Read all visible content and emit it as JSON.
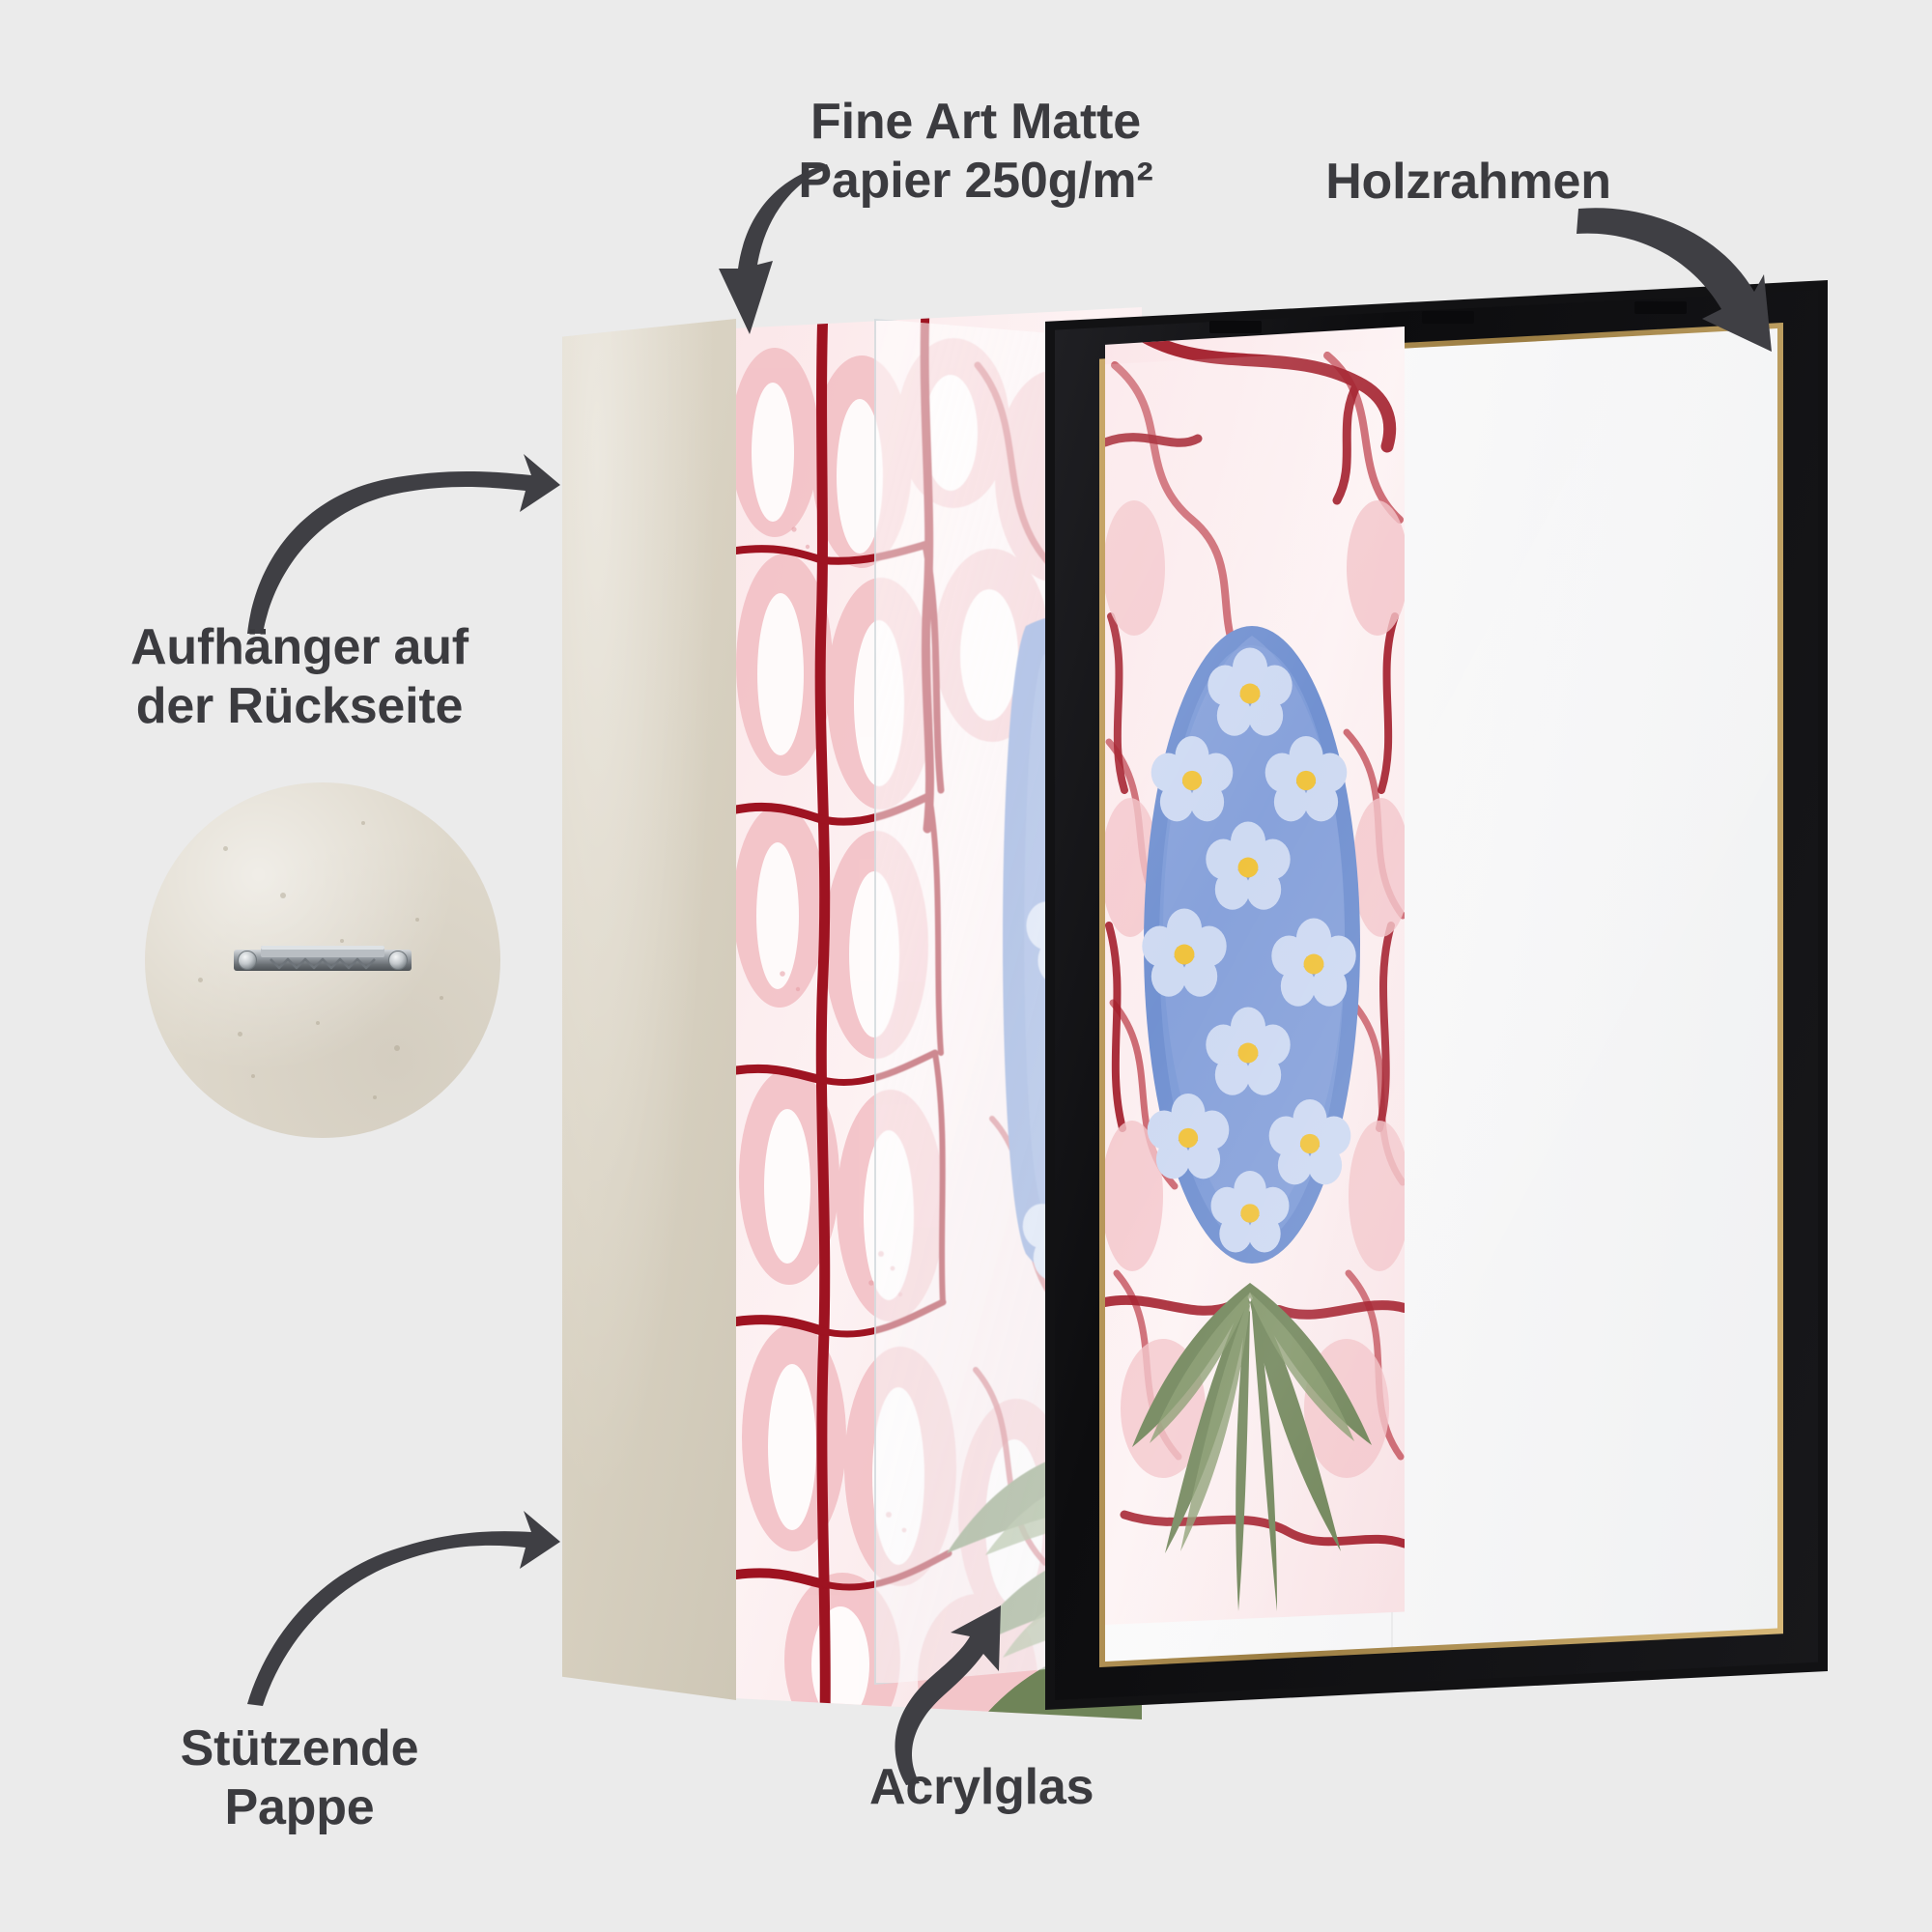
{
  "page": {
    "kind": "product-exploded-diagram",
    "background_color": "#ebebeb",
    "text_color": "#3b3b3f",
    "language": "de"
  },
  "callouts": [
    {
      "id": "fine-art-paper",
      "label": "Fine Art Matte\nPapier 250g/m²",
      "arrow": "curved-arrow-down-left",
      "points_to": "art-print-layer"
    },
    {
      "id": "wooden-frame",
      "label": "Holzrahmen",
      "arrow": "curved-arrow-down-left",
      "points_to": "frame-top-rail"
    },
    {
      "id": "back-hanger",
      "label": "Aufhänger auf\nder Rückseite",
      "arrow": "curved-arrow-right",
      "points_to": "cardboard-back-panel"
    },
    {
      "id": "support-cardboard",
      "label": "Stützende\nPappe",
      "arrow": "curved-arrow-up-right",
      "points_to": "cardboard-back-panel"
    },
    {
      "id": "acrylic-glass",
      "label": "Acrylglas",
      "arrow": "curved-arrow-up",
      "points_to": "acrylic-glass-sheet"
    }
  ],
  "layers": [
    {
      "id": "cardboard-back-panel",
      "name": "Stützende Pappe",
      "color": "#d9d2c2"
    },
    {
      "id": "art-print-layer",
      "name": "Fine Art Matte Papier 250g/m²"
    },
    {
      "id": "acrylic-glass-sheet",
      "name": "Acrylglas",
      "color": "#f4f7f9"
    },
    {
      "id": "wood-frame-unit",
      "name": "Holzrahmen",
      "color": "#121214",
      "accent": "#c2a263"
    }
  ],
  "hanger_detail": {
    "name": "sawtooth-hanger",
    "backing_color": "#ded8cb",
    "metal_color": "#9aa0a6",
    "screw_count": 2
  },
  "artwork": {
    "title": "Marbled hyacinth",
    "style": "ebru-marbling",
    "palette": {
      "marble_deep_red": "#9e1321",
      "marble_mid_red": "#c4515c",
      "marble_pink": "#f0b9bf",
      "marble_light_pink": "#f8dfe2",
      "marble_white": "#ffffff",
      "flower_blue": "#6f8fd0",
      "flower_light_blue": "#cdd9f2",
      "flower_center_yellow": "#f0c23a",
      "leaf_green": "#6f8458"
    }
  }
}
